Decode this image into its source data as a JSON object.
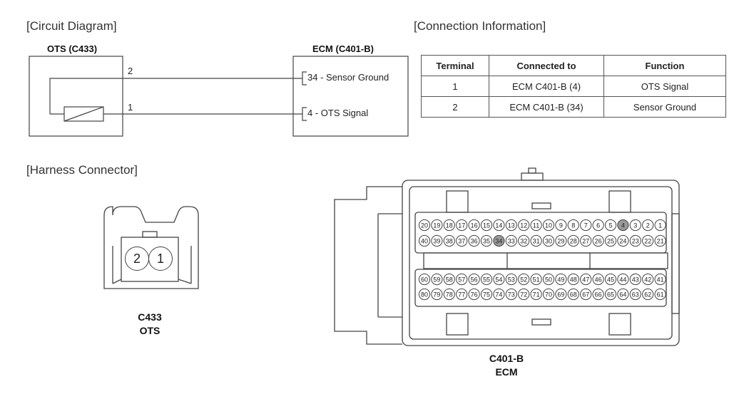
{
  "circuit": {
    "section_title": "[Circuit Diagram]",
    "ots_title": "OTS (C433)",
    "ecm_title": "ECM (C401-B)",
    "pin_2": "2",
    "pin_1": "1",
    "ecm_pin_34": "34 - Sensor Ground",
    "ecm_pin_4": "4 - OTS Signal"
  },
  "connection": {
    "section_title": "[Connection Information]",
    "headers": [
      "Terminal",
      "Connected to",
      "Function"
    ],
    "rows": [
      [
        "1",
        "ECM C401-B (4)",
        "OTS Signal"
      ],
      [
        "2",
        "ECM C401-B (34)",
        "Sensor Ground"
      ]
    ]
  },
  "harness": {
    "section_title": "[Harness Connector]",
    "ots_caption_line1": "C433",
    "ots_caption_line2": "OTS",
    "ots_pins": [
      "2",
      "1"
    ],
    "ecm_caption_line1": "C401-B",
    "ecm_caption_line2": "ECM",
    "ecm_rows": [
      [
        "20",
        "19",
        "18",
        "17",
        "16",
        "15",
        "14",
        "13",
        "12",
        "11",
        "10",
        "9",
        "8",
        "7",
        "6",
        "5",
        "4",
        "3",
        "2",
        "1"
      ],
      [
        "40",
        "39",
        "38",
        "37",
        "36",
        "35",
        "34",
        "33",
        "32",
        "31",
        "30",
        "29",
        "28",
        "27",
        "26",
        "25",
        "24",
        "23",
        "22",
        "21"
      ],
      [
        "60",
        "59",
        "58",
        "57",
        "56",
        "55",
        "54",
        "53",
        "52",
        "51",
        "50",
        "49",
        "48",
        "47",
        "46",
        "45",
        "44",
        "43",
        "42",
        "41"
      ],
      [
        "80",
        "79",
        "78",
        "77",
        "76",
        "75",
        "74",
        "73",
        "72",
        "71",
        "70",
        "69",
        "68",
        "67",
        "66",
        "65",
        "64",
        "63",
        "62",
        "61"
      ]
    ],
    "highlighted_pins": [
      "4",
      "34"
    ],
    "highlight_color": "#9a9a9a"
  }
}
